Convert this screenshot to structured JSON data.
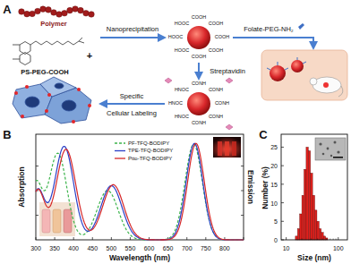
{
  "diagram": {
    "labels": [
      "A",
      "Polymer",
      "PS-PEG-COOH",
      "+",
      "Nanoprecipitation",
      "Folate-PEG-NH₂",
      "Streptavidin",
      "Specific",
      "Cellular Labeling",
      "COOH",
      "COOH",
      "COOH",
      "HOOC",
      "HOOC",
      "HOOC",
      "COOH",
      "COOH",
      "CONH",
      "CONH",
      "CONH",
      "HNOC",
      "HNOC",
      "HNOC",
      "CONH",
      "CONH",
      "B",
      "Absorption",
      "Emission",
      "Wavelength (nm)",
      "300",
      "350",
      "400",
      "450",
      "500",
      "550",
      "600",
      "650",
      "700",
      "750",
      "800",
      "C",
      "Number (%)",
      "Size (nm)",
      "0",
      "5",
      "10",
      "15",
      "20",
      "25",
      "10",
      "100"
    ],
    "legend": [
      {
        "text": "PF-TFQ-BODIPY"
      },
      {
        "text": "TPE-TFQ-BODIPY"
      },
      {
        "text": "Ptto-TFQ-BODIPY"
      }
    ]
  }
}
